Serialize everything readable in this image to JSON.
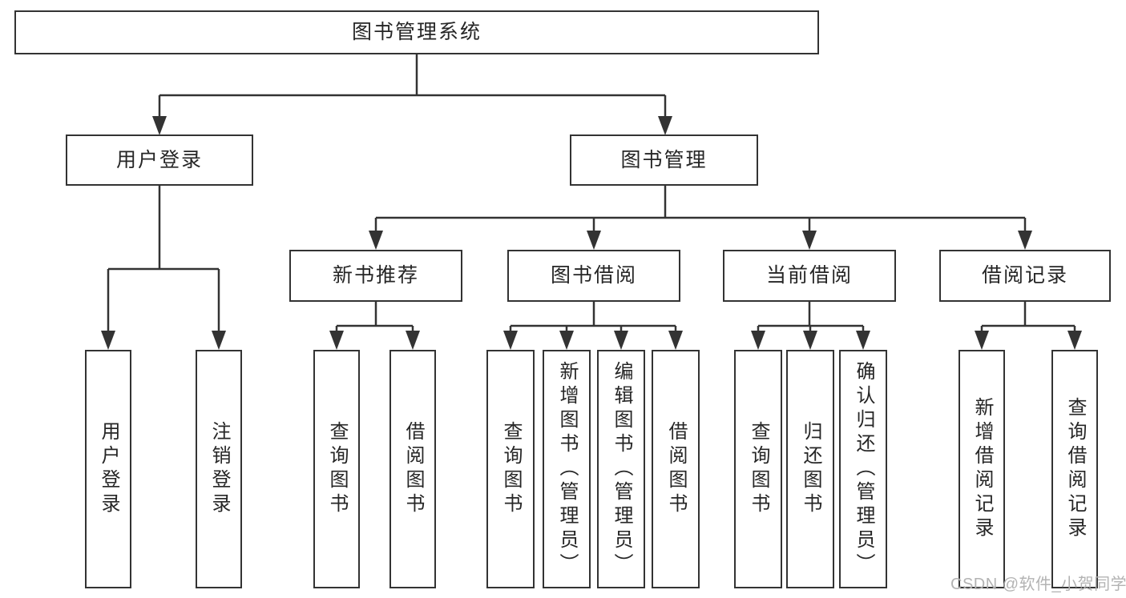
{
  "nodes": {
    "root": "图书管理系统",
    "level2": {
      "user_login": "用户登录",
      "book_mgmt": "图书管理"
    },
    "level3": {
      "new_books": "新书推荐",
      "book_borrow": "图书借阅",
      "current_borrow": "当前借阅",
      "borrow_records": "借阅记录"
    },
    "leaves": {
      "user_login": [
        "用户登录",
        "注销登录"
      ],
      "new_books": [
        "查询图书",
        "借阅图书"
      ],
      "book_borrow": [
        "查询图书",
        "新增图书（管理员）",
        "编辑图书（管理员）",
        "借阅图书"
      ],
      "current_borrow": [
        "查询图书",
        "归还图书",
        "确认归还（管理员）"
      ],
      "borrow_records": [
        "新增借阅记录",
        "查询借阅记录"
      ]
    }
  },
  "watermark": "CSDN @软件_小贺同学",
  "colors": {
    "line": "#333333",
    "text": "#262626",
    "node_background": "#ffffff",
    "page_background": "#ffffff",
    "watermark": "#b3b3b3"
  }
}
